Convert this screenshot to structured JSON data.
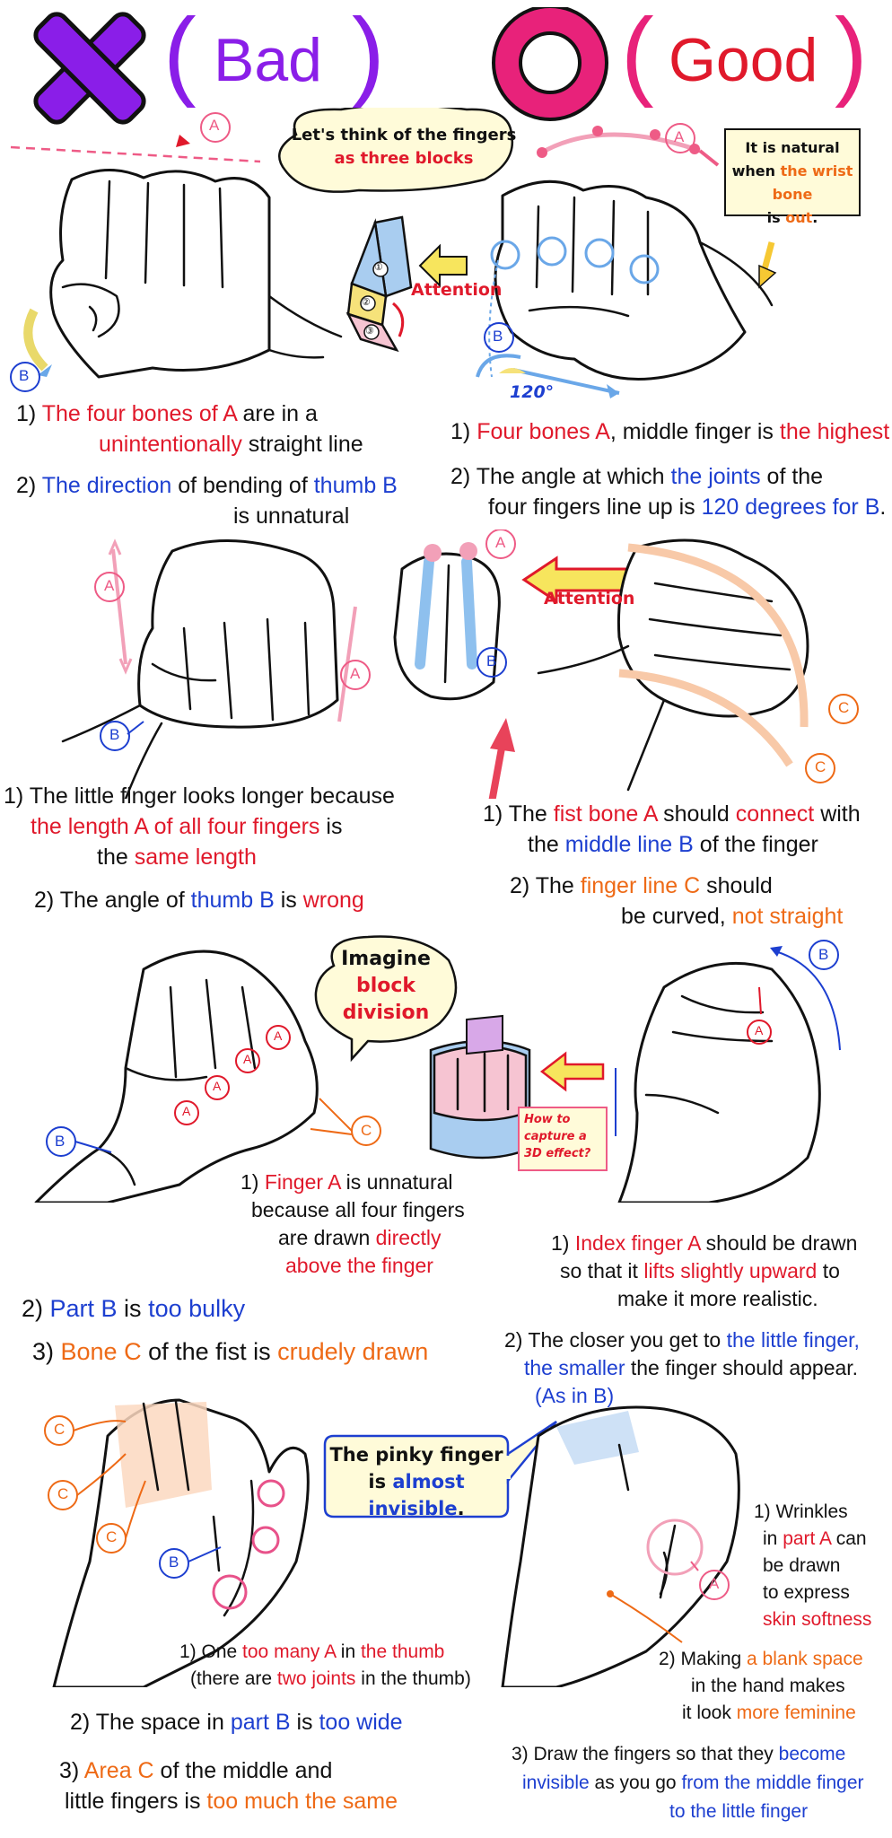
{
  "header": {
    "bad_label": "Bad",
    "good_label": "Good",
    "bad_icon": "cross-icon",
    "good_icon": "circle-icon",
    "colors": {
      "bad": "#8a1ee8",
      "good": "#e8227a",
      "good_text": "#e0192b"
    }
  },
  "section1": {
    "bubble": {
      "line1": "Let's think of the fingers",
      "line2": "as three blocks"
    },
    "attention": "Attention",
    "note": {
      "line1": "It is natural",
      "line2_a": "when ",
      "line2_b": "the wrist bone",
      "line3_a": "is ",
      "line3_b": "out",
      "line3_c": "."
    },
    "angle": "120°",
    "labels": {
      "a": "A",
      "b": "B",
      "one": "①",
      "two": "②",
      "three": "③"
    },
    "bad": {
      "c1_num": "1) ",
      "c1_a": "The four bones of A",
      "c1_b": " are in a",
      "c1_c": "unintentionally",
      "c1_d": " straight line",
      "c2_num": "2) ",
      "c2_a": "The direction",
      "c2_b": " of bending of ",
      "c2_c": "thumb B",
      "c2_d": "is unnatural"
    },
    "good": {
      "c1_num": "1) ",
      "c1_a": "Four bones A",
      "c1_b": ", middle finger is ",
      "c1_c": "the highest",
      "c2_a": "2) The angle at which ",
      "c2_b": "the joints",
      "c2_c": " of the",
      "c2_d": "four fingers line up is ",
      "c2_e": "120 degrees for B",
      "c2_f": "."
    }
  },
  "section2": {
    "attention": "Attention",
    "labels": {
      "a": "A",
      "b": "B",
      "c": "C"
    },
    "bad": {
      "c1_a": "1) The little finger looks longer because",
      "c1_b": "the length A of all four fingers",
      "c1_c": " is",
      "c1_d": "the ",
      "c1_e": "same length",
      "c2_a": "2) The angle of ",
      "c2_b": "thumb B",
      "c2_c": " is ",
      "c2_d": "wrong"
    },
    "good": {
      "c1_a": "1) The ",
      "c1_b": "fist bone A",
      "c1_c": " should ",
      "c1_d": "connect",
      "c1_e": " with",
      "c1_f": "the ",
      "c1_g": "middle line B",
      "c1_h": " of the finger",
      "c2_a": "2) The ",
      "c2_b": "finger line C",
      "c2_c": " should",
      "c2_d": "be curved, ",
      "c2_e": "not straight"
    }
  },
  "section3": {
    "bubble": {
      "line1": "Imagine",
      "line2": "block",
      "line3": "division"
    },
    "note": {
      "line1": "How to",
      "line2": "capture a",
      "line3": "3D effect?"
    },
    "labels": {
      "a": "A",
      "b": "B",
      "c": "C"
    },
    "bad": {
      "c1_a": "1) ",
      "c1_b": "Finger A",
      "c1_c": " is unnatural",
      "c1_d": "because all four fingers",
      "c1_e": "are drawn ",
      "c1_f": "directly",
      "c1_g": "above the finger",
      "c2_a": "2) ",
      "c2_b": "Part B",
      "c2_c": " is ",
      "c2_d": "too bulky",
      "c3_a": "3) ",
      "c3_b": "Bone C",
      "c3_c": " of the fist is ",
      "c3_d": "crudely drawn"
    },
    "good": {
      "c1_a": "1) ",
      "c1_b": "Index finger A",
      "c1_c": " should be drawn",
      "c1_d": "so that it ",
      "c1_e": "lifts slightly upward",
      "c1_f": " to",
      "c1_g": "make it more realistic.",
      "c2_a": "2) The closer you get to ",
      "c2_b": "the little finger,",
      "c2_c": "the smaller",
      "c2_d": " the finger should appear.",
      "c2_e": "(As in B)"
    }
  },
  "section4": {
    "bubble": {
      "line1": "The pinky finger",
      "line2_a": "is ",
      "line2_b": "almost invisible",
      "line2_c": "."
    },
    "labels": {
      "a": "A",
      "b": "B",
      "c": "C"
    },
    "bad": {
      "c1_a": "1) One ",
      "c1_b": "too many A",
      "c1_c": " in ",
      "c1_d": "the thumb",
      "c1_e": "(there are ",
      "c1_f": "two joints",
      "c1_g": " in the thumb)",
      "c2_a": "2) The space in ",
      "c2_b": "part B",
      "c2_c": " is ",
      "c2_d": "too wide",
      "c3_a": "3) ",
      "c3_b": "Area C",
      "c3_c": " of the middle and",
      "c3_d": "little fingers is ",
      "c3_e": "too much the same"
    },
    "good": {
      "c1_a": "1) Wrinkles",
      "c1_b": "in ",
      "c1_c": "part A",
      "c1_d": " can",
      "c1_e": "be drawn",
      "c1_f": "to express",
      "c1_g": "skin softness",
      "c2_a": "2) Making ",
      "c2_b": "a blank space",
      "c2_c": "in the hand makes",
      "c2_d": "it look ",
      "c2_e": "more feminine",
      "c3_a": "3) Draw the fingers so that they ",
      "c3_b": "become",
      "c3_c": "invisible",
      "c3_d": " as you go ",
      "c3_e": "from the middle finger",
      "c3_f": "to the little finger"
    }
  }
}
